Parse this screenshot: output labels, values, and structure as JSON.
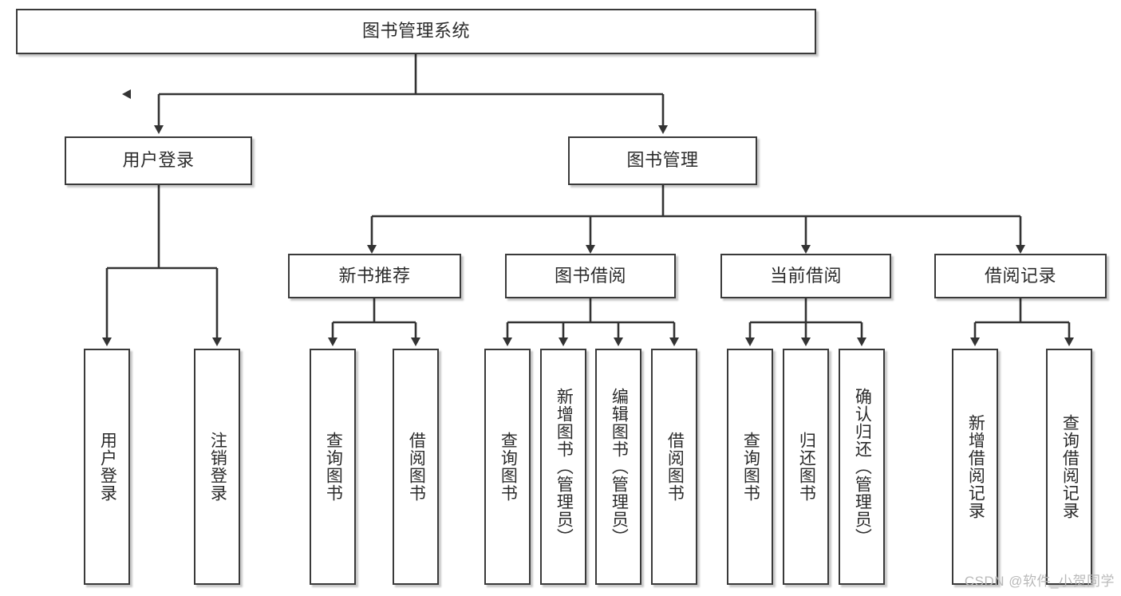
{
  "diagram": {
    "type": "tree",
    "title": "图书管理系统",
    "watermark": "CSDN @软件_小贺同学",
    "colors": {
      "box_border": "#3a3a3a",
      "box_fill": "#ffffff",
      "connector": "#333333",
      "text": "#2b2b2b",
      "watermark": "#b9b9b9",
      "background": "#ffffff"
    },
    "root": {
      "label": "图书管理系统"
    },
    "level2": [
      {
        "label": "用户登录"
      },
      {
        "label": "图书管理"
      }
    ],
    "level3": [
      {
        "label": "新书推荐"
      },
      {
        "label": "图书借阅"
      },
      {
        "label": "当前借阅"
      },
      {
        "label": "借阅记录"
      }
    ],
    "leaves": {
      "user_login": [
        {
          "label": "用户登录"
        },
        {
          "label": "注销登录"
        }
      ],
      "new_book_recommend": [
        {
          "label": "查询图书"
        },
        {
          "label": "借阅图书"
        }
      ],
      "book_borrow": [
        {
          "label": "查询图书"
        },
        {
          "label": "新增图书（管理员）"
        },
        {
          "label": "编辑图书（管理员）"
        },
        {
          "label": "借阅图书"
        }
      ],
      "current_borrow": [
        {
          "label": "查询图书"
        },
        {
          "label": "归还图书"
        },
        {
          "label": "确认归还（管理员）"
        }
      ],
      "borrow_record": [
        {
          "label": "新增借阅记录"
        },
        {
          "label": "查询借阅记录"
        }
      ]
    }
  }
}
